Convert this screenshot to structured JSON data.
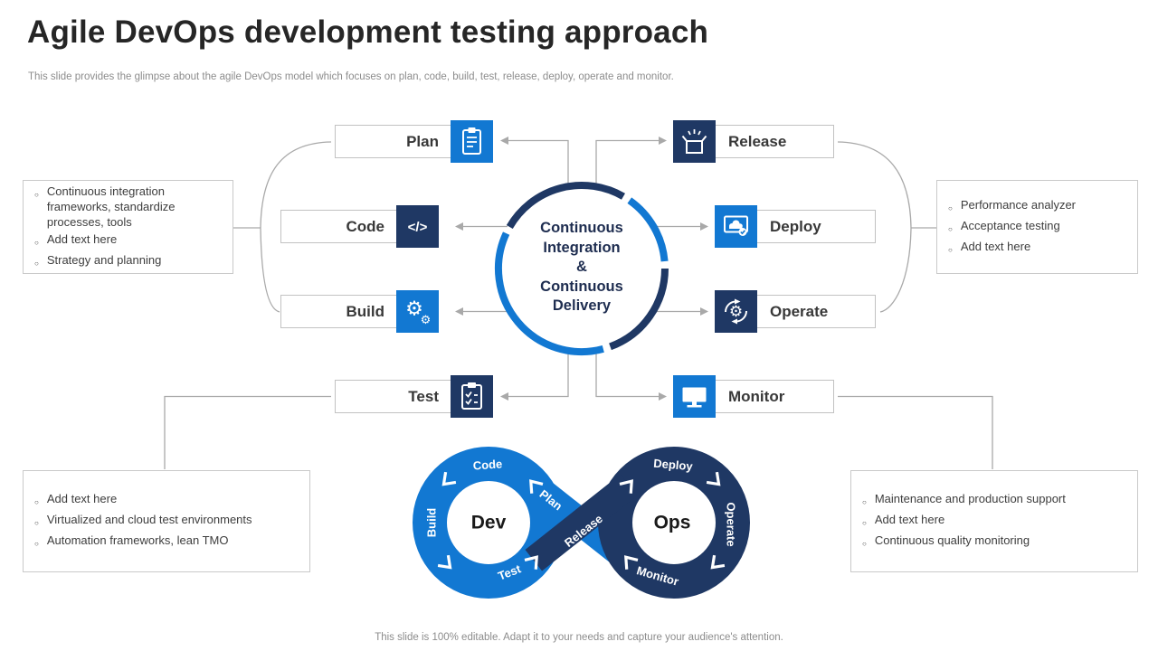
{
  "slide": {
    "title": "Agile DevOps development testing approach",
    "subtitle": "This slide provides the glimpse about the agile DevOps model which focuses on plan, code, build, test, release, deploy, operate and monitor.",
    "footer": "This slide is 100% editable. Adapt it to your needs and capture your audience's attention."
  },
  "colors": {
    "blue": "#1278d2",
    "navy": "#1f3864",
    "connector_gray": "#a9a9a9",
    "text_dark": "#262626",
    "text_gray": "#8c8c8c"
  },
  "center_circle": {
    "lines": [
      "Continuous",
      "Integration",
      "&",
      "Continuous",
      "Delivery"
    ]
  },
  "stages": {
    "plan": "Plan",
    "code": "Code",
    "build": "Build",
    "test": "Test",
    "release": "Release",
    "deploy": "Deploy",
    "operate": "Operate",
    "monitor": "Monitor"
  },
  "infinity": {
    "dev": "Dev",
    "ops": "Ops",
    "segments": {
      "code": "Code",
      "build": "Build",
      "test": "Test",
      "plan": "Plan",
      "release": "Release",
      "deploy": "Deploy",
      "operate": "Operate",
      "monitor": "Monitor"
    }
  },
  "notes": {
    "top_left": {
      "items": [
        "Continuous integration frameworks, standardize processes, tools",
        "Add text here",
        "Strategy and planning"
      ]
    },
    "top_right": {
      "items": [
        "Performance analyzer",
        "Acceptance testing",
        "Add text here"
      ]
    },
    "bottom_left": {
      "items": [
        "Add text here",
        "Virtualized and cloud test environments",
        "Automation frameworks, lean TMO"
      ]
    },
    "bottom_right": {
      "items": [
        "Maintenance and production support",
        "Add text here",
        "Continuous quality monitoring"
      ]
    }
  }
}
